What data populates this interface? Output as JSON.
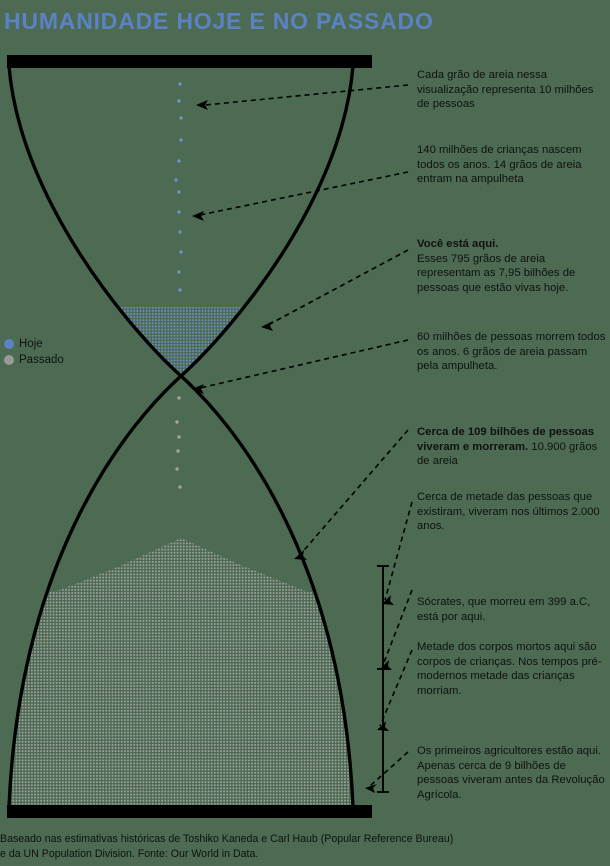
{
  "title": "HUMANIDADE HOJE E NO PASSADO",
  "colors": {
    "background": "#4c6b52",
    "title": "#5b82c4",
    "today_sand": "#5b82c4",
    "past_sand": "#9a9a9a",
    "outline": "#000000",
    "text": "#111111"
  },
  "legend": {
    "items": [
      {
        "label": "Hoje",
        "color": "#5b82c4",
        "icon": "circle-icon"
      },
      {
        "label": "Passado",
        "color": "#9a9a9a",
        "icon": "circle-icon"
      }
    ]
  },
  "annotations": [
    {
      "id": "grain-scale",
      "bold": "",
      "text": "Cada grão de areia nessa visualização representa 10 milhões de pessoas"
    },
    {
      "id": "births",
      "bold": "",
      "text": "140 milhões de crianças nascem todos os anos. 14 grãos de areia entram na ampulheta"
    },
    {
      "id": "you-are-here",
      "bold": "Você está aqui.",
      "text": "Esses 795 grãos de areia representam as 7,95 bilhões de pessoas que estão vivas hoje."
    },
    {
      "id": "deaths",
      "bold": "",
      "text": "60 milhões de pessoas morrem todos os anos. 6 grãos de areia passam pela ampulheta."
    },
    {
      "id": "total-dead",
      "bold": "Cerca de 109 bilhões de pessoas viveram e morreram.",
      "text": "10.900 grãos de areia"
    },
    {
      "id": "half-recent",
      "bold": "",
      "text": "Cerca de metade das pessoas que existiram, viveram nos últimos 2.000 anos."
    },
    {
      "id": "socrates",
      "bold": "",
      "text": "Sócrates, que morreu em 399 a.C, está por aqui."
    },
    {
      "id": "children",
      "bold": "",
      "text": "Metade dos corpos mortos aqui são corpos de crianças. Nos tempos pré-modernos metade das crianças morriam."
    },
    {
      "id": "farmers",
      "bold": "",
      "text": "Os primeiros agricultores estão aqui. Apenas cerca de 9 bilhões de pessoas viveram antes da Revolução Agrícola."
    }
  ],
  "footer": {
    "line1": "Baseado nas estimativas históricas de Toshiko Kaneda e Carl Haub (Popular Reference Bureau)",
    "line2": "e da UN Population Division. Fonte: Our World in Data."
  },
  "chart_data": {
    "type": "area",
    "title": "HUMANIDADE HOJE E NO PASSADO",
    "grain_value_people": 10000000,
    "series": [
      {
        "name": "Hoje",
        "color": "#5b82c4",
        "grains": 795,
        "people_billions": 7.95
      },
      {
        "name": "Passado",
        "color": "#9a9a9a",
        "grains": 10900,
        "people_billions": 109
      }
    ],
    "flows": [
      {
        "name": "nascimentos",
        "people_per_year_millions": 140,
        "grains_per_year": 14
      },
      {
        "name": "mortes",
        "people_per_year_millions": 60,
        "grains_per_year": 6
      }
    ],
    "annotations_count": 9,
    "legend_position": "left-middle"
  }
}
